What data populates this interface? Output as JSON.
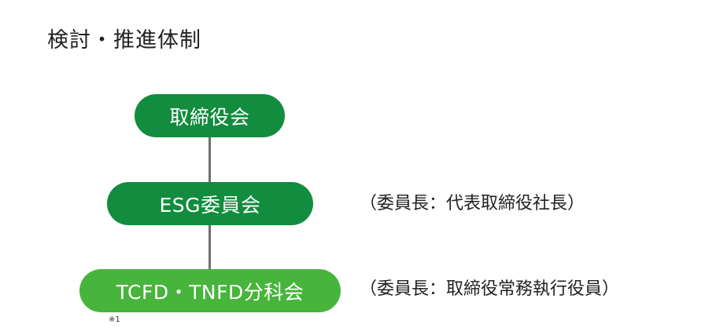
{
  "title": "検討・推進体制",
  "nodes": {
    "board": {
      "label": "取締役会"
    },
    "esg": {
      "label": "ESG委員会",
      "chair": "（委員長：代表取締役社長）"
    },
    "tcfd": {
      "label": "TCFD・TNFD分科会",
      "chair": "（委員長：取締役常務執行役員）"
    }
  },
  "footnote": "※1",
  "colors": {
    "dark_green": "#128c3e",
    "light_green": "#47b53b",
    "connector": "#707070"
  }
}
